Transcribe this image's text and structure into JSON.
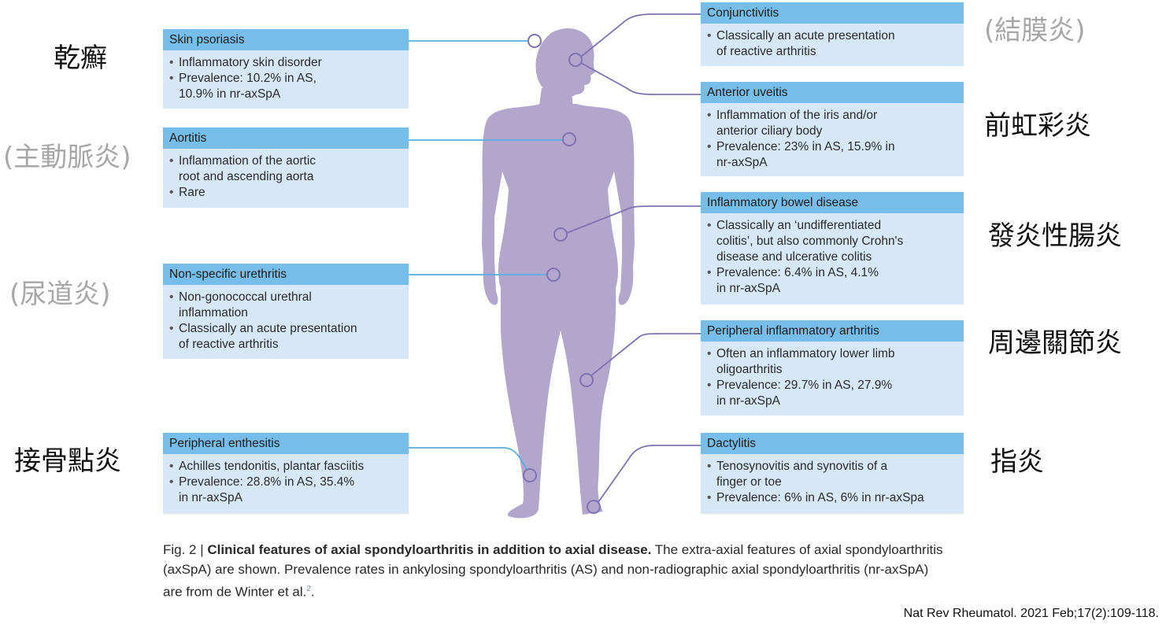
{
  "colors": {
    "header_blue": "#77bde9",
    "body_blue": "#d6e8f7",
    "figure_lilac": "#b3a6cc",
    "leader_line_purple": "#7e72b0",
    "leader_line_blue": "#5aaee0"
  },
  "features": {
    "skin_psoriasis": {
      "title": "Skin psoriasis",
      "bullets": [
        "Inflammatory skin disorder",
        "Prevalence: 10.2% in AS,\n10.9% in nr-axSpA"
      ],
      "zh": "乾癬"
    },
    "aortitis": {
      "title": "Aortitis",
      "bullets": [
        "Inflammation of the aortic\nroot and ascending aorta",
        "Rare"
      ],
      "zh": "(主動脈炎)"
    },
    "urethritis": {
      "title": "Non-specific urethritis",
      "bullets": [
        "Non-gonococcal urethral\ninflammation",
        "Classically an acute presentation\nof reactive arthritis"
      ],
      "zh": "(尿道炎)"
    },
    "enthesitis": {
      "title": "Peripheral enthesitis",
      "bullets": [
        "Achilles tendonitis, plantar fasciitis",
        "Prevalence: 28.8% in AS, 35.4%\nin nr-axSpA"
      ],
      "zh": "接骨點炎"
    },
    "conjunctivitis": {
      "title": "Conjunctivitis",
      "bullets": [
        "Classically an acute presentation\nof reactive arthritis"
      ],
      "zh": "(結膜炎)"
    },
    "uveitis": {
      "title": "Anterior uveitis",
      "bullets": [
        "Inflammation of the iris and/or\nanterior ciliary body",
        "Prevalence: 23% in AS, 15.9% in\nnr-axSpA"
      ],
      "zh": "前虹彩炎"
    },
    "ibd": {
      "title": "Inflammatory bowel disease",
      "bullets": [
        "Classically an ‘undifferentiated\ncolitis’, but also commonly Crohn's\ndisease and ulcerative colitis",
        "Prevalence: 6.4% in AS, 4.1%\nin nr-axSpA"
      ],
      "zh": "發炎性腸炎"
    },
    "arthritis": {
      "title": "Peripheral inflammatory arthritis",
      "bullets": [
        "Often an inflammatory lower limb\noligoarthritis",
        "Prevalence: 29.7% in AS, 27.9%\nin nr-axSpA"
      ],
      "zh": "周邊關節炎"
    },
    "dactylitis": {
      "title": "Dactylitis",
      "bullets": [
        "Tenosynovitis and synovitis of a\nfinger or toe",
        "Prevalence: 6% in AS, 6% in nr-axSpa"
      ],
      "zh": "指炎"
    }
  },
  "caption": {
    "prefix": "Fig. 2 | ",
    "bold": "Clinical features of axial spondyloarthritis in addition to axial disease.",
    "text": " The extra-axial features of axial spondyloarthritis (axSpA) are shown. Prevalence rates in ankylosing spondyloarthritis (AS) and non-radiographic axial spondyloarthritis (nr-axSpA) are from de Winter et al.",
    "ref": "2",
    "end": "."
  },
  "citation": "Nat Rev Rheumatol. 2021 Feb;17(2):109-118."
}
